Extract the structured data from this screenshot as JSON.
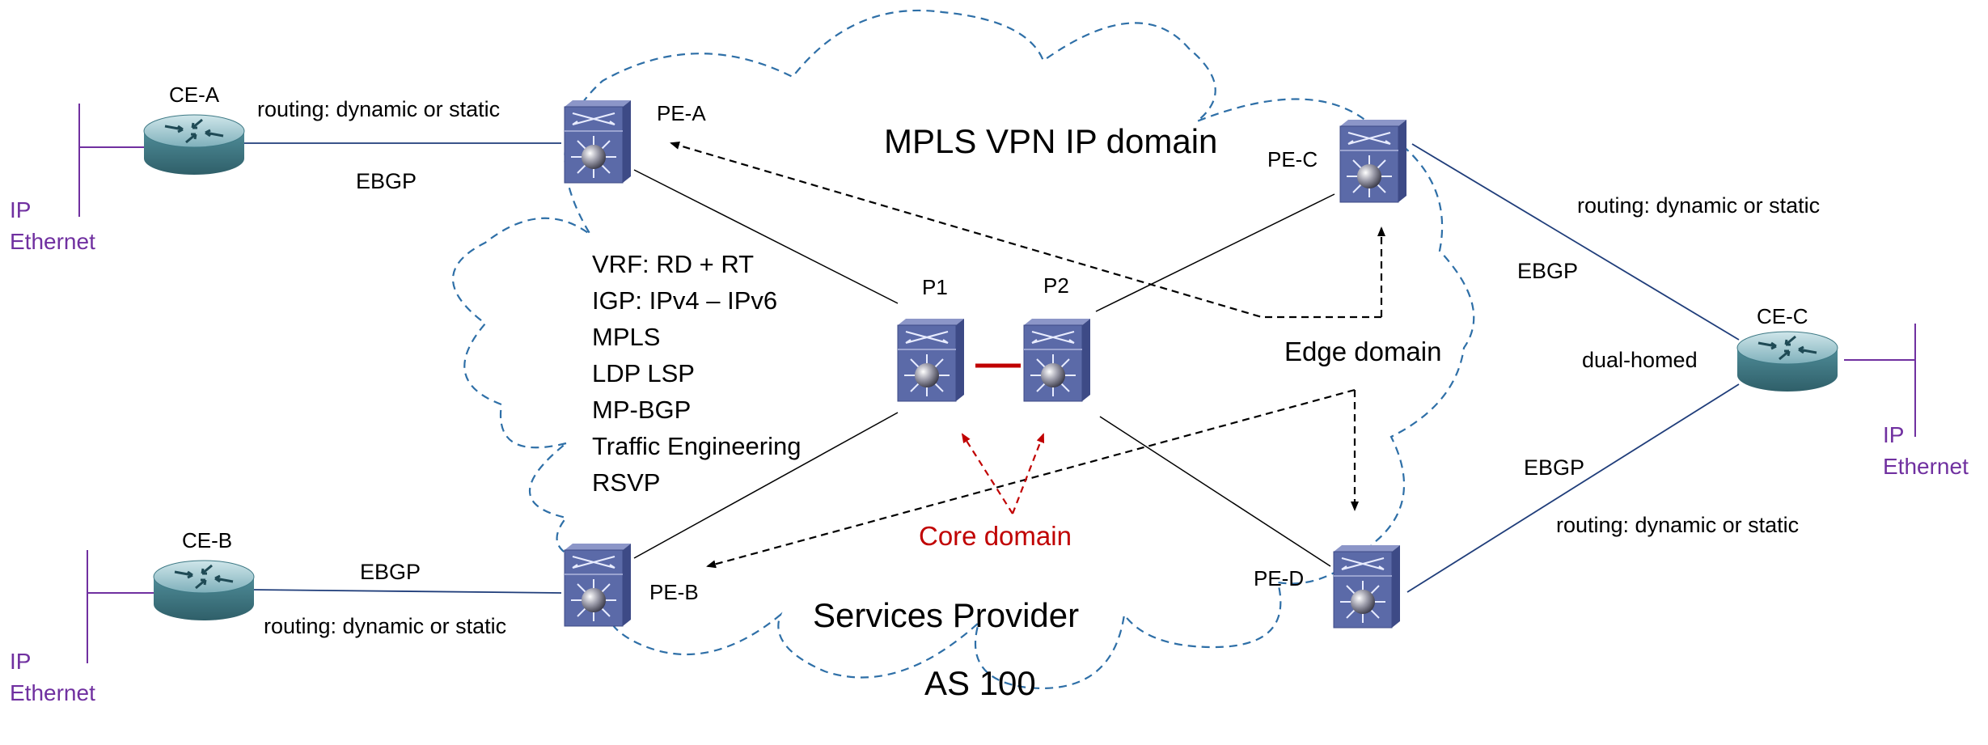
{
  "title": "MPLS VPN IP domain",
  "provider": {
    "name": "Services Provider",
    "as": "AS 100"
  },
  "nodes": {
    "ce_a": "CE-A",
    "ce_b": "CE-B",
    "ce_c": "CE-C",
    "pe_a": "PE-A",
    "pe_b": "PE-B",
    "pe_c": "PE-C",
    "pe_d": "PE-D",
    "p1": "P1",
    "p2": "P2"
  },
  "links": {
    "routing": "routing: dynamic or static",
    "ebgp": "EBGP",
    "dual_homed": "dual-homed"
  },
  "lan": {
    "ip": "IP",
    "ethernet": "Ethernet"
  },
  "features": [
    "VRF: RD + RT",
    "IGP: IPv4 – IPv6",
    "MPLS",
    "LDP LSP",
    "MP-BGP",
    "Traffic Engineering",
    "RSVP"
  ],
  "domains": {
    "edge": "Edge domain",
    "core": "Core domain"
  },
  "colors": {
    "cloud": "#2e6fa7",
    "core": "#c00000",
    "lan": "#7030a0",
    "device": "#5b6aa8"
  },
  "icons": {
    "router": "router-icon",
    "switch": "layer3-switch-icon"
  }
}
